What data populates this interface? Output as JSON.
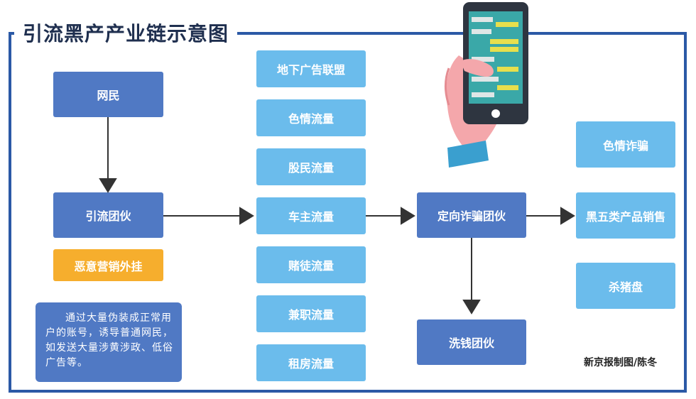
{
  "title": "引流黑产产业链示意图",
  "nodes": {
    "wangmin": "网民",
    "yinliu": "引流团伙",
    "waigua": "恶意营销外挂",
    "note": "通过大量伪装成正常用户的账号，诱导普通网民，如发送大量涉黄涉政、低俗广告等。",
    "traffic": [
      "地下广告联盟",
      "色情流量",
      "股民流量",
      "车主流量",
      "赌徒流量",
      "兼职流量",
      "租房流量"
    ],
    "dingxiang": "定向诈骗团伙",
    "xiqian": "洗钱团伙",
    "outputs": [
      "色情诈骗",
      "黑五类产品销售",
      "杀猪盘"
    ]
  },
  "credit": "新京报制图/陈冬",
  "colors": {
    "frame": "#2b59a6",
    "dark_box": "#5079c4",
    "light_box": "#6bbcec",
    "orange_box": "#f6ae2d",
    "arrow": "#333333"
  }
}
